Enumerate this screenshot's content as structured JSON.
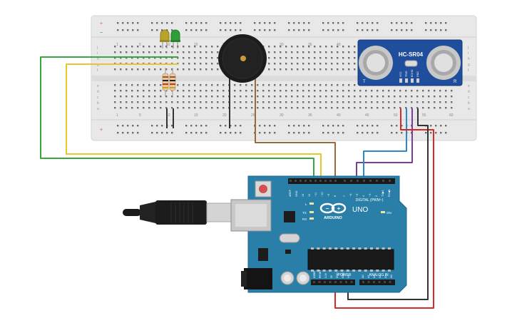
{
  "breadboard": {
    "top_numbers": [
      "1",
      "5",
      "10",
      "15",
      "20",
      "25",
      "30",
      "35",
      "40",
      "45",
      "50",
      "55",
      "60"
    ],
    "bottom_numbers": [
      "1",
      "5",
      "10",
      "15",
      "20",
      "25",
      "30",
      "35",
      "40",
      "45",
      "50",
      "55",
      "60"
    ],
    "row_letters_top": [
      "j",
      "i",
      "h",
      "g",
      "f"
    ],
    "row_letters_bottom": [
      "e",
      "d",
      "c",
      "b",
      "a"
    ],
    "color": "#e8e8e8"
  },
  "sensor": {
    "label": "HC-SR04",
    "pins": [
      "VCC",
      "TRIG",
      "ECHO",
      "GND"
    ],
    "side_left": "T",
    "side_right": "R",
    "color": "#1f4e9c"
  },
  "leds": {
    "colors": [
      "#b8a22a",
      "#2e9e3a"
    ]
  },
  "arduino": {
    "brand": "ARDUINO",
    "model": "UNO",
    "digital_label": "DIGITAL (PWM~)",
    "power_label": "POWER",
    "analog_label": "ANALOG IN",
    "on_label": "ON",
    "led_labels": [
      "L",
      "TX",
      "RX"
    ],
    "digital_pins": [
      "AREF",
      "GND",
      "13",
      "12",
      "~11",
      "~10",
      "~9",
      "8",
      "7",
      "~6",
      "~5",
      "4",
      "~3",
      "2",
      "TX▶1",
      "RX◀0"
    ],
    "power_pins": [
      "IOREF",
      "RESET",
      "3.3V",
      "5V",
      "GND",
      "GND",
      "Vin"
    ],
    "analog_pins": [
      "A0",
      "A1",
      "A2",
      "A3",
      "A4",
      "A5"
    ],
    "color": "#2a7fa8"
  },
  "wires": {
    "green": "#3aa640",
    "yellow": "#e8c72c",
    "brown": "#9a6a3c",
    "purple": "#7a3d9a",
    "blue": "#2a8ac8",
    "red": "#d42a2a",
    "black": "#333333"
  }
}
